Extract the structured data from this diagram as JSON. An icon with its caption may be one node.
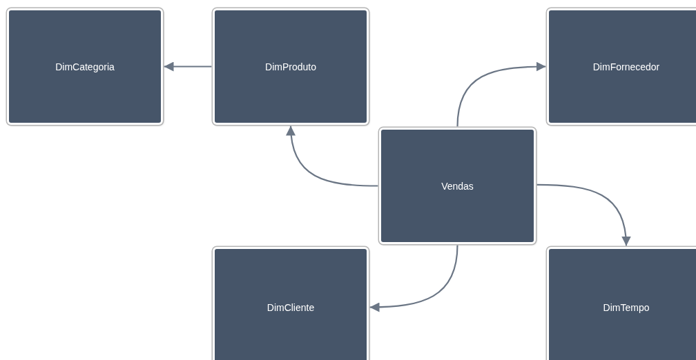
{
  "diagram": {
    "nodes": [
      {
        "text": [
          "DimCategoria"
        ]
      },
      {
        "text": [
          "DimProduto"
        ]
      },
      {
        "text": [
          "DimFornecedor"
        ]
      },
      {
        "text": [
          "Vendas"
        ]
      },
      {
        "text": [
          "DimCliente"
        ]
      },
      {
        "text": [
          "DimTempo"
        ]
      }
    ],
    "edges": [
      {
        "from": 1,
        "to": 0,
        "arrow": "to"
      },
      {
        "from": 3,
        "to": 1,
        "arrow": "to"
      },
      {
        "from": 3,
        "to": 2,
        "arrow": "to"
      },
      {
        "from": 3,
        "to": 5,
        "arrow": "to"
      },
      {
        "from": 3,
        "to": 4,
        "arrow": "to"
      }
    ]
  }
}
